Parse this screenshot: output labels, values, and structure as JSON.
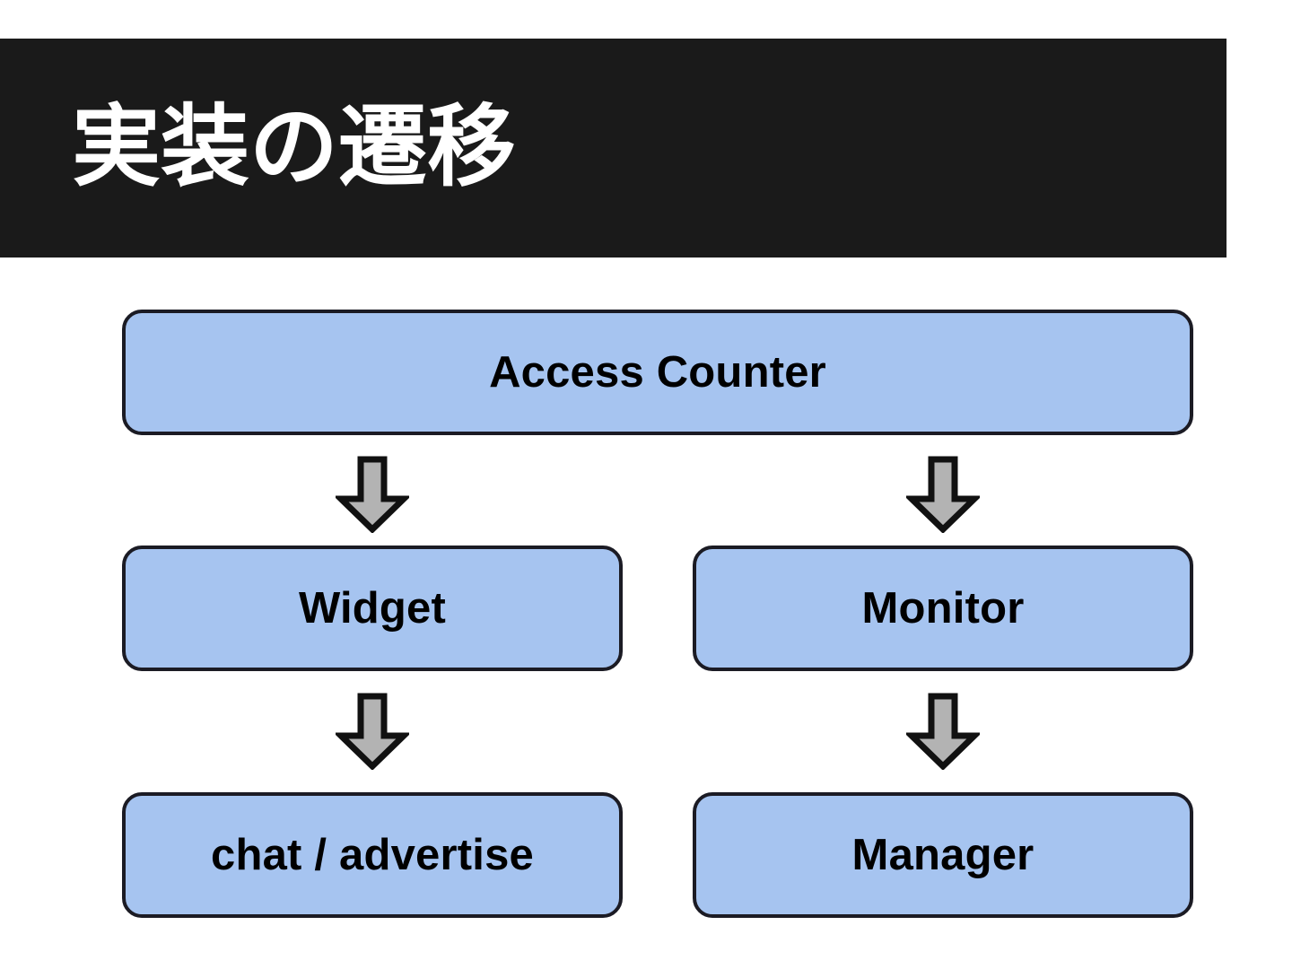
{
  "slide": {
    "title": "実装の遷移",
    "background_color": "#ffffff",
    "header_band_color": "#1a1a1a",
    "title_color": "#ffffff"
  },
  "diagram": {
    "type": "flow-diagram",
    "node_fill_color": "#a6c4f0",
    "node_border_color": "#1b1b24",
    "node_text_color": "#000000",
    "arrow_fill_color": "#b3b3b3",
    "arrow_border_color": "#111111",
    "nodes": [
      {
        "id": "access-counter",
        "label": "Access Counter",
        "row": 0,
        "column": "full"
      },
      {
        "id": "widget",
        "label": "Widget",
        "row": 1,
        "column": "left"
      },
      {
        "id": "monitor",
        "label": "Monitor",
        "row": 1,
        "column": "right"
      },
      {
        "id": "chat-advertise",
        "label": "chat / advertise",
        "row": 2,
        "column": "left"
      },
      {
        "id": "manager",
        "label": "Manager",
        "row": 2,
        "column": "right"
      }
    ],
    "arrows": [
      {
        "id": "arrow-access-to-widget",
        "from": "access-counter",
        "to": "widget",
        "direction": "down"
      },
      {
        "id": "arrow-access-to-monitor",
        "from": "access-counter",
        "to": "monitor",
        "direction": "down"
      },
      {
        "id": "arrow-widget-to-chat",
        "from": "widget",
        "to": "chat-advertise",
        "direction": "down"
      },
      {
        "id": "arrow-monitor-to-manager",
        "from": "monitor",
        "to": "manager",
        "direction": "down"
      }
    ]
  }
}
